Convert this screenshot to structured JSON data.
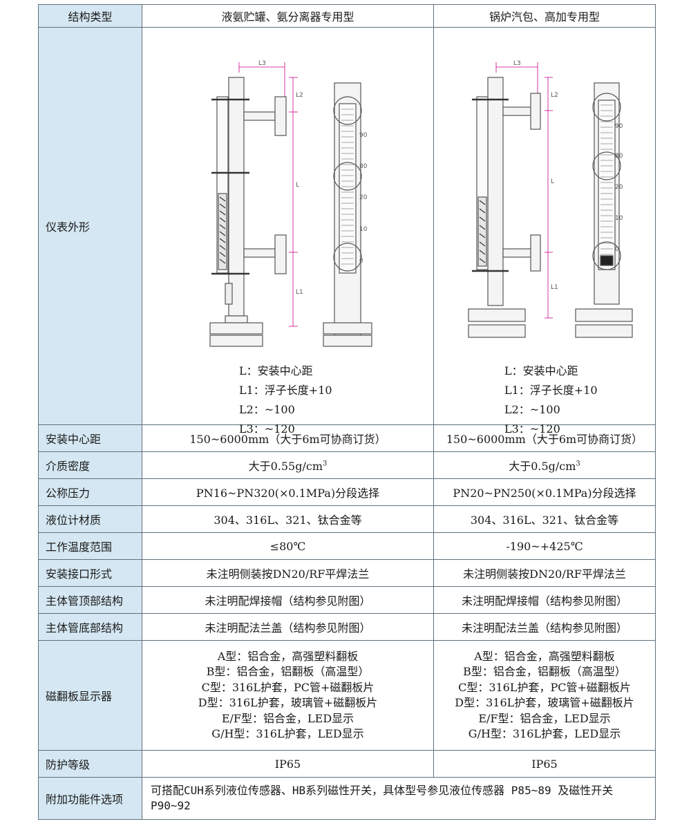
{
  "header": {
    "col0": "结构类型",
    "col1": "液氨贮罐、氨分离器专用型",
    "col2": "锅炉汽包、高加专用型"
  },
  "appearance": {
    "label": "仪表外形",
    "legend_left": [
      "L：安装中心距",
      "L1：浮子长度+10",
      "L2：~100",
      "L3：~120"
    ],
    "legend_right": [
      "L：安装中心距",
      "L1：浮子长度+10",
      "L2：~100",
      "L3：~120"
    ],
    "dim_labels": {
      "l3": "L3",
      "l2": "L2",
      "l": "L",
      "l1": "L1"
    },
    "scale_left": [
      "90",
      "80",
      "20",
      "10",
      "0"
    ],
    "scale_right": [
      "90",
      "80",
      "20",
      "10",
      "0"
    ]
  },
  "rows": [
    {
      "label": "安装中心距",
      "v1": "150~6000mm（大于6m可协商订货）",
      "v2": "150~6000mm（大于6m可协商订货）"
    },
    {
      "label": "介质密度",
      "v1": "大于0.55g/cm",
      "v1_sup": "3",
      "v2": "大于0.5g/cm",
      "v2_sup": "3"
    },
    {
      "label": "公称压力",
      "v1": "PN16~PN320(×0.1MPa)分段选择",
      "v2": "PN20~PN250(×0.1MPa)分段选择"
    },
    {
      "label": "液位计材质",
      "v1": "304、316L、321、钛合金等",
      "v2": "304、316L、321、钛合金等"
    },
    {
      "label": "工作温度范围",
      "v1": "≤80℃",
      "v2": "-190~+425℃"
    },
    {
      "label": "安装接口形式",
      "v1": "未注明侧装按DN20/RF平焊法兰",
      "v2": "未注明侧装按DN20/RF平焊法兰"
    },
    {
      "label": "主体管顶部结构",
      "v1": "未注明配焊接帽（结构参见附图）",
      "v2": "未注明配焊接帽（结构参见附图）"
    },
    {
      "label": "主体管底部结构",
      "v1": "未注明配法兰盖（结构参见附图）",
      "v2": "未注明配法兰盖（结构参见附图）"
    }
  ],
  "magnetic": {
    "label": "磁翻板显示器",
    "left": [
      "A型：铝合金，高强塑料翻板",
      "B型：铝合金，铝翻板（高温型）",
      "C型：316L护套，PC管+磁翻板片",
      "D型：316L护套，玻璃管+磁翻板片",
      "E/F型：铝合金，LED显示",
      "G/H型：316L护套，LED显示"
    ],
    "right": [
      "A型：铝合金，高强塑料翻板",
      "B型：铝合金，铝翻板（高温型）",
      "C型：316L护套，PC管+磁翻板片",
      "D型：316L护套，玻璃管+磁翻板片",
      "E/F型：铝合金，LED显示",
      "G/H型：316L护套，LED显示"
    ]
  },
  "protection": {
    "label": "防护等级",
    "v1": "IP65",
    "v2": "IP65"
  },
  "extra": {
    "label": "附加功能件选项",
    "text": "可搭配CUH系列液位传感器、HB系列磁性开关，具体型号参见液位传感器 P85~89 及磁性开关P90~92"
  }
}
